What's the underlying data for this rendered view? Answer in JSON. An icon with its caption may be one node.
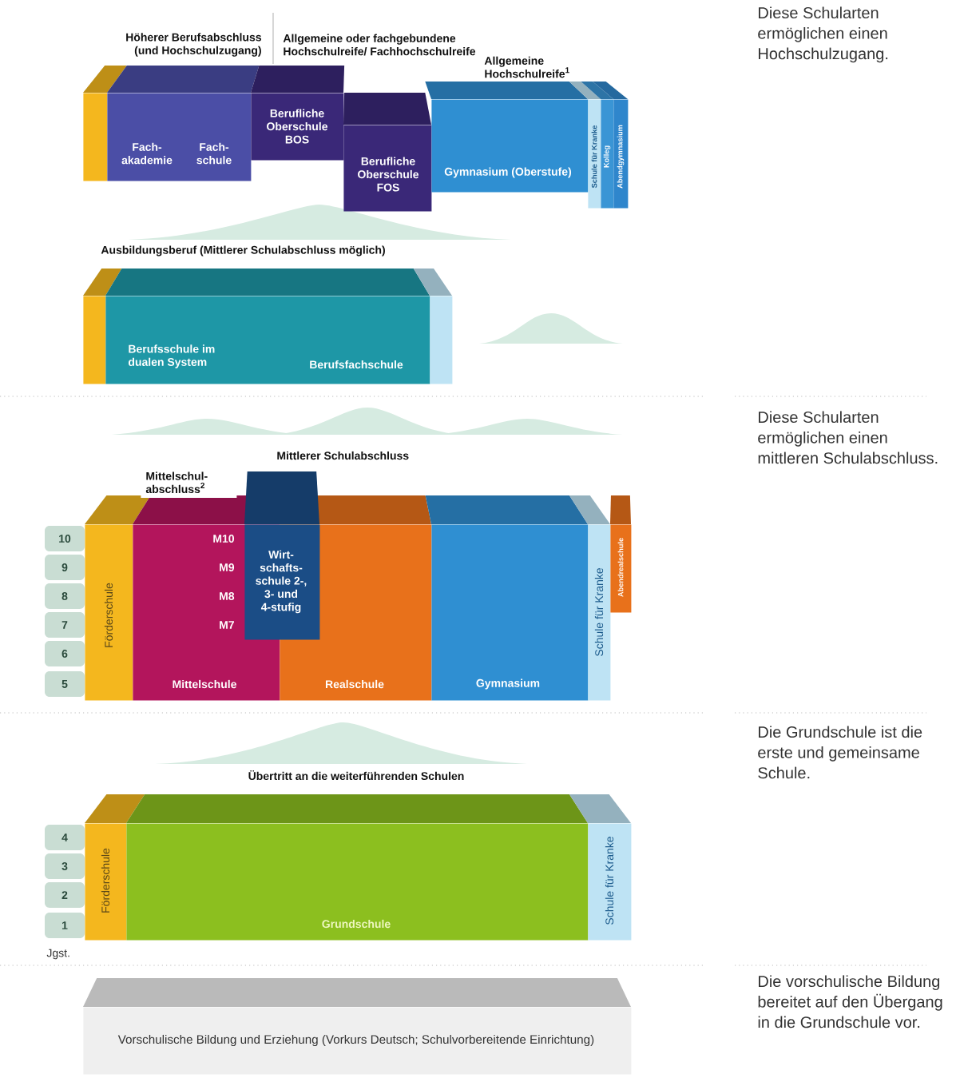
{
  "diagram": {
    "nodes": [
      {
        "text": [],
        "shape": "bar"
      },
      {
        "text": [
          "Fach- akademie",
          "Fach- schule"
        ]
      },
      {
        "text": [
          "Berufliche Oberschule BOS"
        ]
      },
      {
        "text": [
          "Berufliche Oberschule FOS"
        ]
      },
      {
        "text": [
          "Gymnasium (Oberstufe)"
        ]
      },
      {
        "text": [
          "Schule für Kranke"
        ]
      },
      {
        "text": [
          "Kolleg"
        ]
      },
      {
        "text": [
          "Abendgymnasium"
        ]
      },
      {
        "text": [],
        "shape": "bar"
      },
      {
        "text": [
          "Berufsschule im dualen System",
          "Berufsfachschule"
        ]
      },
      {
        "text": [],
        "shape": "bar"
      },
      {
        "text": [
          "Förderschule"
        ]
      },
      {
        "text": [
          "M10",
          "M9",
          "M8",
          "M7",
          "Mittelschule"
        ]
      },
      {
        "text": [
          "Wirt- schafts- schule 2-, 3- und 4-stufig"
        ]
      },
      {
        "text": [
          "Realschule"
        ]
      },
      {
        "text": [
          "Gymnasium"
        ]
      },
      {
        "text": [
          "Schule für Kranke"
        ]
      },
      {
        "text": [
          "Abendrealschule"
        ]
      },
      {
        "text": [
          "Förderschule"
        ]
      },
      {
        "text": [
          "Grundschule"
        ]
      },
      {
        "text": [
          "Schule für Kranke"
        ]
      },
      {
        "text": [
          "Vorschulische Bildung und Erziehung (Vorkurs Deutsch; Schulvorbereitende Einrichtung)"
        ]
      }
    ],
    "labels": [
      "Höherer Berufsabschluss (und Hochschulzugang)",
      "Allgemeine oder fachgebundene Hochschulreife/ Fachhochschulreife",
      "Diese Schularten ermöglichen einen Hochschulzugang.",
      "Allgemeine Hochschulreife$^{1}$",
      "Ausbildungsberuf (Mittlerer Schulabschluss möglich)",
      "Diese Schularten ermöglichen einen mittleren Schulabschluss.",
      "Mittlerer Schulabschluss",
      "Mittelschul- abschluss$^{2}$",
      "10",
      "9",
      "8",
      "7",
      "6",
      "5",
      "Die Grundschule ist die erste und gemeinsame Schule.",
      "Übertritt an die weiterführenden Schulen",
      "4",
      "3",
      "2",
      "1",
      "Jgst.",
      "Die vorschulische Bildung bereitet auf den Übergang in die Grundschule vor."
    ]
  }
}
